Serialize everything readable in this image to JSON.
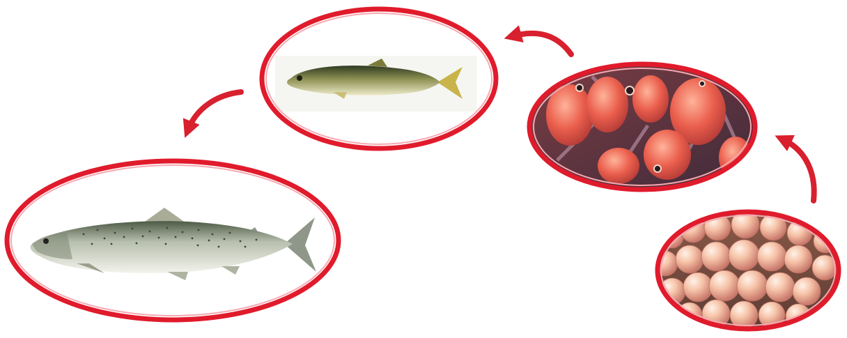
{
  "diagram": {
    "type": "life-cycle",
    "stages": [
      {
        "id": "eggs",
        "icon": "salmon-eggs-photo"
      },
      {
        "id": "alevin",
        "icon": "salmon-alevin-photo"
      },
      {
        "id": "fry",
        "icon": "salmon-fry-photo"
      },
      {
        "id": "adult",
        "icon": "adult-salmon-photo"
      }
    ],
    "flow": [
      {
        "from": "eggs",
        "to": "alevin"
      },
      {
        "from": "alevin",
        "to": "fry"
      },
      {
        "from": "fry",
        "to": "adult"
      }
    ]
  },
  "colors": {
    "ring": "#e01b2c",
    "ring_inner": "#f6a9b1",
    "arrow": "#d8202e",
    "egg": "#f4c0a6",
    "egg_bg": "#7a4a3a",
    "alevin_body": "#e9604e",
    "alevin_bg": "#6c3a3e",
    "fry_back": "#3f4f2a",
    "fry_belly": "#dfe2b8",
    "adult_back": "#5b6b52",
    "adult_belly": "#eef0e6"
  }
}
